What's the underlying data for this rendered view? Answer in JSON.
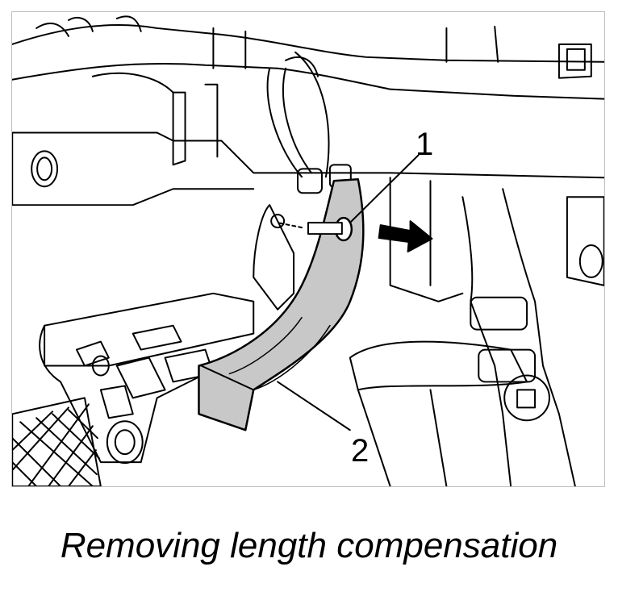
{
  "figure": {
    "callouts": [
      {
        "id": "1",
        "label": "1"
      },
      {
        "id": "2",
        "label": "2"
      }
    ],
    "caption": "Removing length compensation",
    "colors": {
      "line": "#000000",
      "bracket_fill": "#c8c8c8",
      "arrow": "#000000",
      "background": "#ffffff"
    }
  }
}
